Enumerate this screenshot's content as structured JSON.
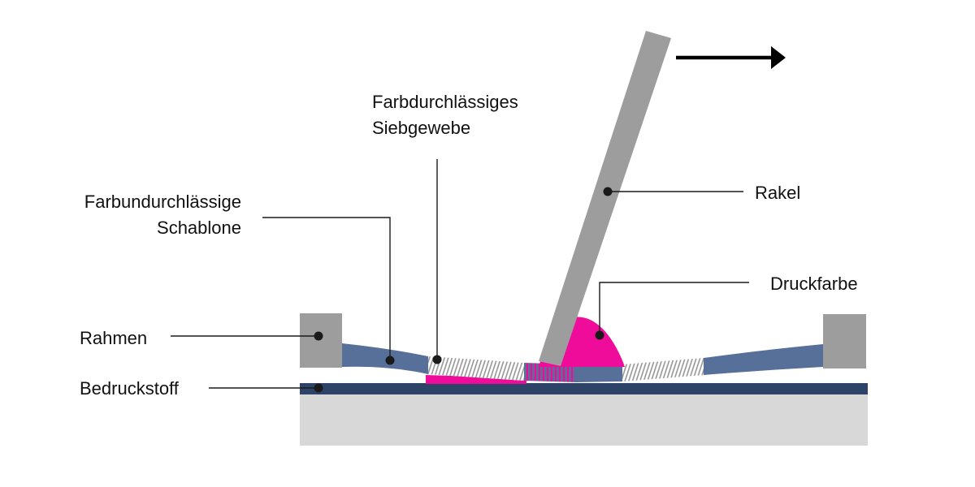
{
  "background": "#ffffff",
  "colors": {
    "frame_gray": "#9D9D9D",
    "squeegee_gray": "#9D9D9D",
    "stencil_blue": "#57709A",
    "substrate_navy": "#2E4368",
    "base_gray": "#D8D8D8",
    "ink_magenta": "#F00C9B",
    "mesh_line_gray": "#8F8F8F",
    "connector_black": "#1A1A1A",
    "text_black": "#111111"
  },
  "labels": {
    "siebgewebe_line1": "Farbdurchlässiges",
    "siebgewebe_line2": "Siebgewebe",
    "schablone_line1": "Farbundurchlässige",
    "schablone_line2": "Schablone",
    "rakel": "Rakel",
    "druckfarbe": "Druckfarbe",
    "rahmen": "Rahmen",
    "bedruckstoff": "Bedruckstoff"
  }
}
